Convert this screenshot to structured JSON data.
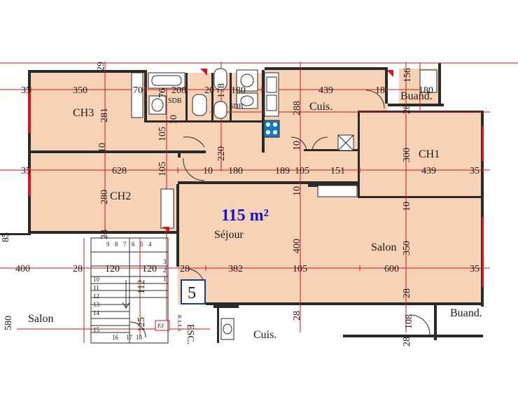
{
  "plan": {
    "area_label": "115 m²",
    "unit_number": "5",
    "rooms": {
      "ch3": "CH3",
      "ch2": "CH2",
      "ch1": "CH1",
      "sdb1": "SDB",
      "sdb2": "SDB",
      "cuis_upper": "Cuis.",
      "cuis_lower": "Cuis.",
      "buand_upper": "Buand.",
      "buand_lower": "Buand.",
      "sejour": "Séjour",
      "salon_main": "Salon",
      "salon_left": "Salon",
      "esc": "ESC.",
      "baes": "B.A.E.S.",
      "pf": "P.F"
    },
    "dimensions": {
      "d29": "29",
      "d35_a": "35",
      "d350_a": "350",
      "d70": "70",
      "d76": "76",
      "d208": "208",
      "d20": "20",
      "d178": "178",
      "d180_a": "180",
      "d439_a": "439",
      "d18": "18",
      "d156": "156",
      "d180_b": "180",
      "d281": "281",
      "d288": "288",
      "d28_a": "28",
      "d10_a": "10",
      "d105_a": "105",
      "d220": "220",
      "d10_b": "10",
      "d10_c": "10",
      "d300": "300",
      "d35_b": "35",
      "d628": "628",
      "d105_b": "105",
      "d10_d": "10",
      "d180_c": "180",
      "d189": "189",
      "d105_c": "105",
      "d151": "151",
      "d439_b": "439",
      "d35_c": "35",
      "d280": "280",
      "d10_e": "10",
      "d10_f": "10",
      "d28_b": "28",
      "d400_a": "400",
      "d350_b": "350",
      "d400_b": "400",
      "d28_c": "28",
      "d120_a": "120",
      "d120_b": "120",
      "d28_d": "28",
      "d382": "382",
      "d105_d": "105",
      "d600": "600",
      "d35_d": "35",
      "d28_e": "28",
      "d28_f": "28",
      "d580": "580",
      "d125": "125",
      "d108": "108",
      "d28_g": "28",
      "d85": "85",
      "d112": "112"
    },
    "stair_numbers": [
      "9",
      "8",
      "7",
      "6",
      "5",
      "4",
      "3",
      "2",
      "1",
      "10",
      "11",
      "12",
      "13",
      "14",
      "15",
      "16",
      "17",
      "18"
    ]
  }
}
